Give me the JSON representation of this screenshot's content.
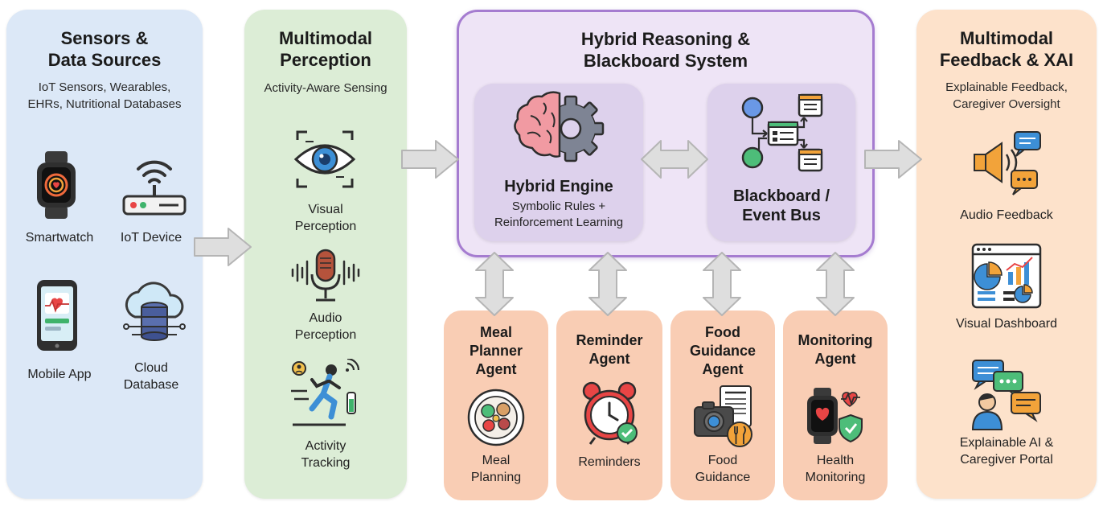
{
  "colors": {
    "sensors_panel": "#dce8f7",
    "perception_panel": "#dcedd6",
    "reasoning_panel": "#eee4f6",
    "reasoning_border": "#a57cd0",
    "feedback_panel": "#fde2cb",
    "agent_card": "#f9cdb4",
    "engine_card": "#ddd1ec",
    "arrow_fill": "#dedede",
    "arrow_stroke": "#b5b5b5"
  },
  "sensors": {
    "title": "Sensors &\nData Sources",
    "subtitle": "IoT Sensors, Wearables,\nEHRs, Nutritional Databases",
    "items": [
      {
        "label": "Smartwatch",
        "icon": "smartwatch-icon"
      },
      {
        "label": "IoT Device",
        "icon": "iot-device-icon"
      },
      {
        "label": "Mobile App",
        "icon": "mobile-app-icon"
      },
      {
        "label": "Cloud\nDatabase",
        "icon": "cloud-database-icon"
      }
    ]
  },
  "perception": {
    "title": "Multimodal\nPerception",
    "subtitle": "Activity-Aware Sensing",
    "items": [
      {
        "label": "Visual\nPerception",
        "icon": "eye-icon"
      },
      {
        "label": "Audio\nPerception",
        "icon": "microphone-icon"
      },
      {
        "label": "Activity\nTracking",
        "icon": "running-person-icon"
      }
    ]
  },
  "reasoning": {
    "title": "Hybrid Reasoning &\nBlackboard System",
    "engine": {
      "title": "Hybrid Engine",
      "subtitle": "Symbolic Rules +\nReinforcement Learning",
      "icon": "brain-gear-icon"
    },
    "blackboard": {
      "title": "Blackboard /\nEvent Bus",
      "icon": "event-bus-icon"
    }
  },
  "agents": [
    {
      "title": "Meal\nPlanner\nAgent",
      "label": "Meal\nPlanning",
      "icon": "meal-plate-icon"
    },
    {
      "title": "Reminder\nAgent",
      "label": "Reminders",
      "icon": "alarm-clock-icon"
    },
    {
      "title": "Food\nGuidance\nAgent",
      "label": "Food\nGuidance",
      "icon": "camera-food-icon"
    },
    {
      "title": "Monitoring\nAgent",
      "label": "Health\nMonitoring",
      "icon": "health-watch-icon"
    }
  ],
  "feedback": {
    "title": "Multimodal\nFeedback & XAI",
    "subtitle": "Explainable Feedback,\nCaregiver Oversight",
    "items": [
      {
        "label": "Audio Feedback",
        "icon": "speaker-chat-icon"
      },
      {
        "label": "Visual Dashboard",
        "icon": "dashboard-icon"
      },
      {
        "label": "Explainable AI &\nCaregiver Portal",
        "icon": "caregiver-chat-icon"
      }
    ]
  }
}
